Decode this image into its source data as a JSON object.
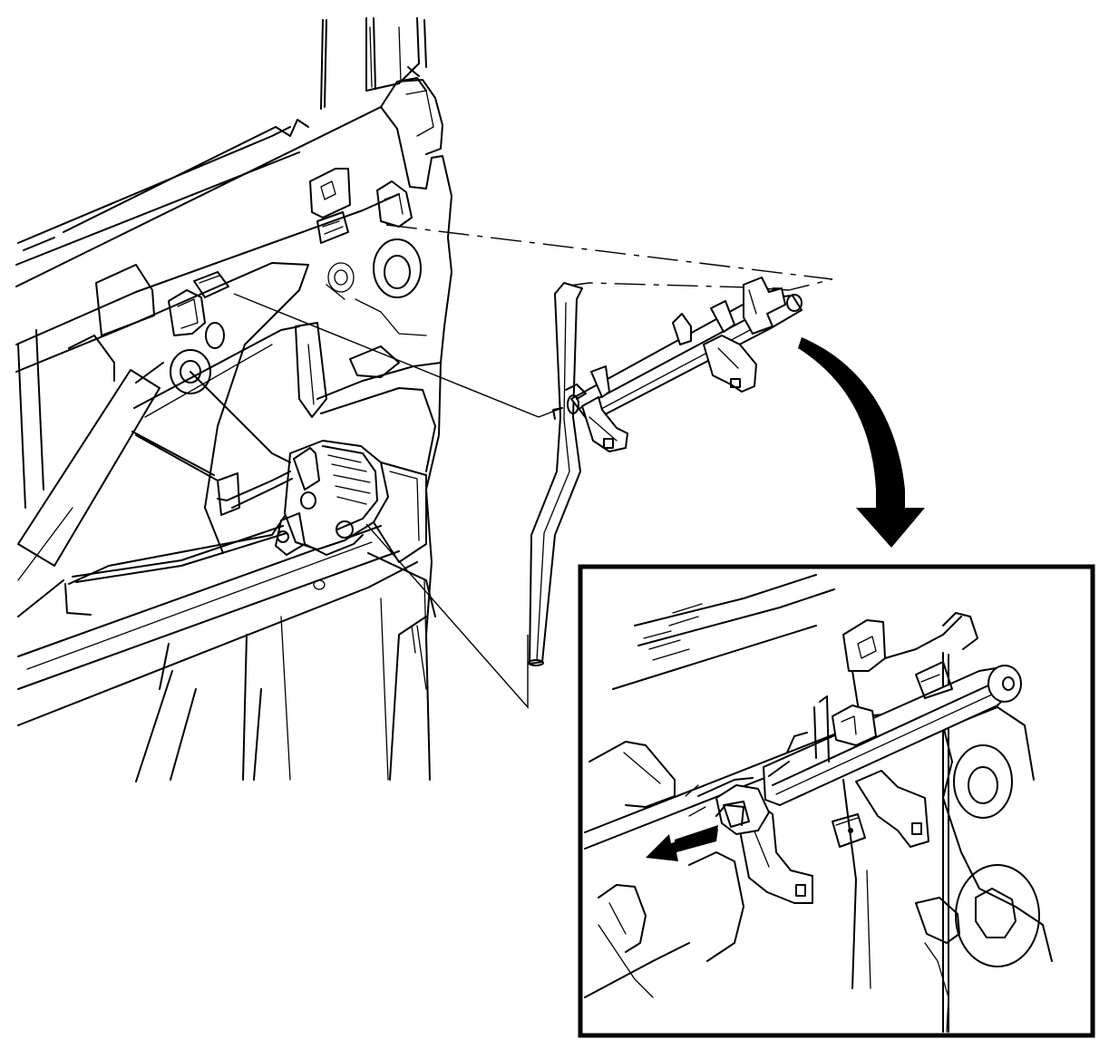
{
  "figure": {
    "kind": "service-manual exploded line drawing",
    "labels": [],
    "colors": {
      "line": "#000000",
      "background": "#ffffff"
    },
    "callouts": [
      {
        "name": "lock-rod-assembly-callout"
      },
      {
        "name": "door-latch-callout"
      }
    ],
    "detail_view": {
      "name": "removal-detail-inset",
      "arrow": "removal-direction-arrow"
    },
    "icons": [
      "curved-arrow-icon",
      "direction-arrow-icon"
    ]
  }
}
